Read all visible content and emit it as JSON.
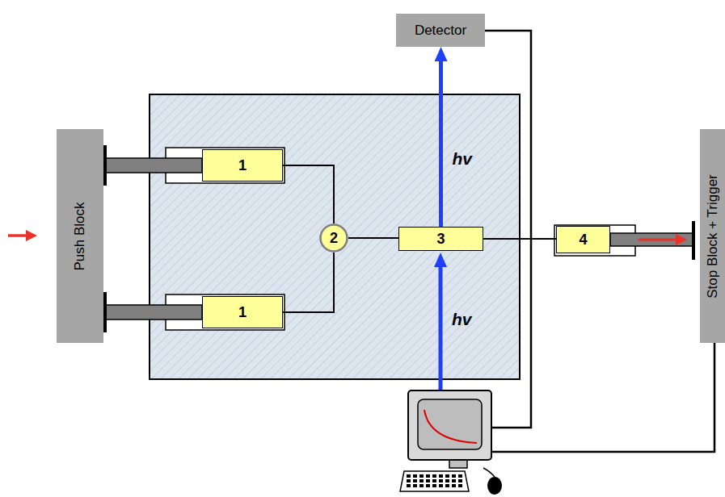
{
  "diagram": {
    "nodes": [
      {
        "text": [
          "Detector"
        ]
      },
      {
        "text": [
          "Push Block"
        ]
      },
      {
        "text": [
          "1"
        ]
      },
      {
        "text": [
          "2"
        ]
      },
      {
        "text": [
          "3"
        ]
      },
      {
        "text": [
          "4"
        ]
      },
      {
        "text": [
          "1"
        ]
      },
      {
        "text": [
          "Stop Block + Trigger"
        ]
      }
    ],
    "edges": [
      {
        "from": 2,
        "to": 3,
        "arrow": "none"
      },
      {
        "from": 6,
        "to": 3,
        "arrow": "none"
      },
      {
        "from": 3,
        "to": 4,
        "arrow": "none"
      },
      {
        "from": 4,
        "to": 5,
        "arrow": "none"
      },
      {
        "from": 4,
        "to": 0,
        "arrow": "to",
        "label": "hv"
      }
    ],
    "labels": [
      "hv"
    ]
  }
}
